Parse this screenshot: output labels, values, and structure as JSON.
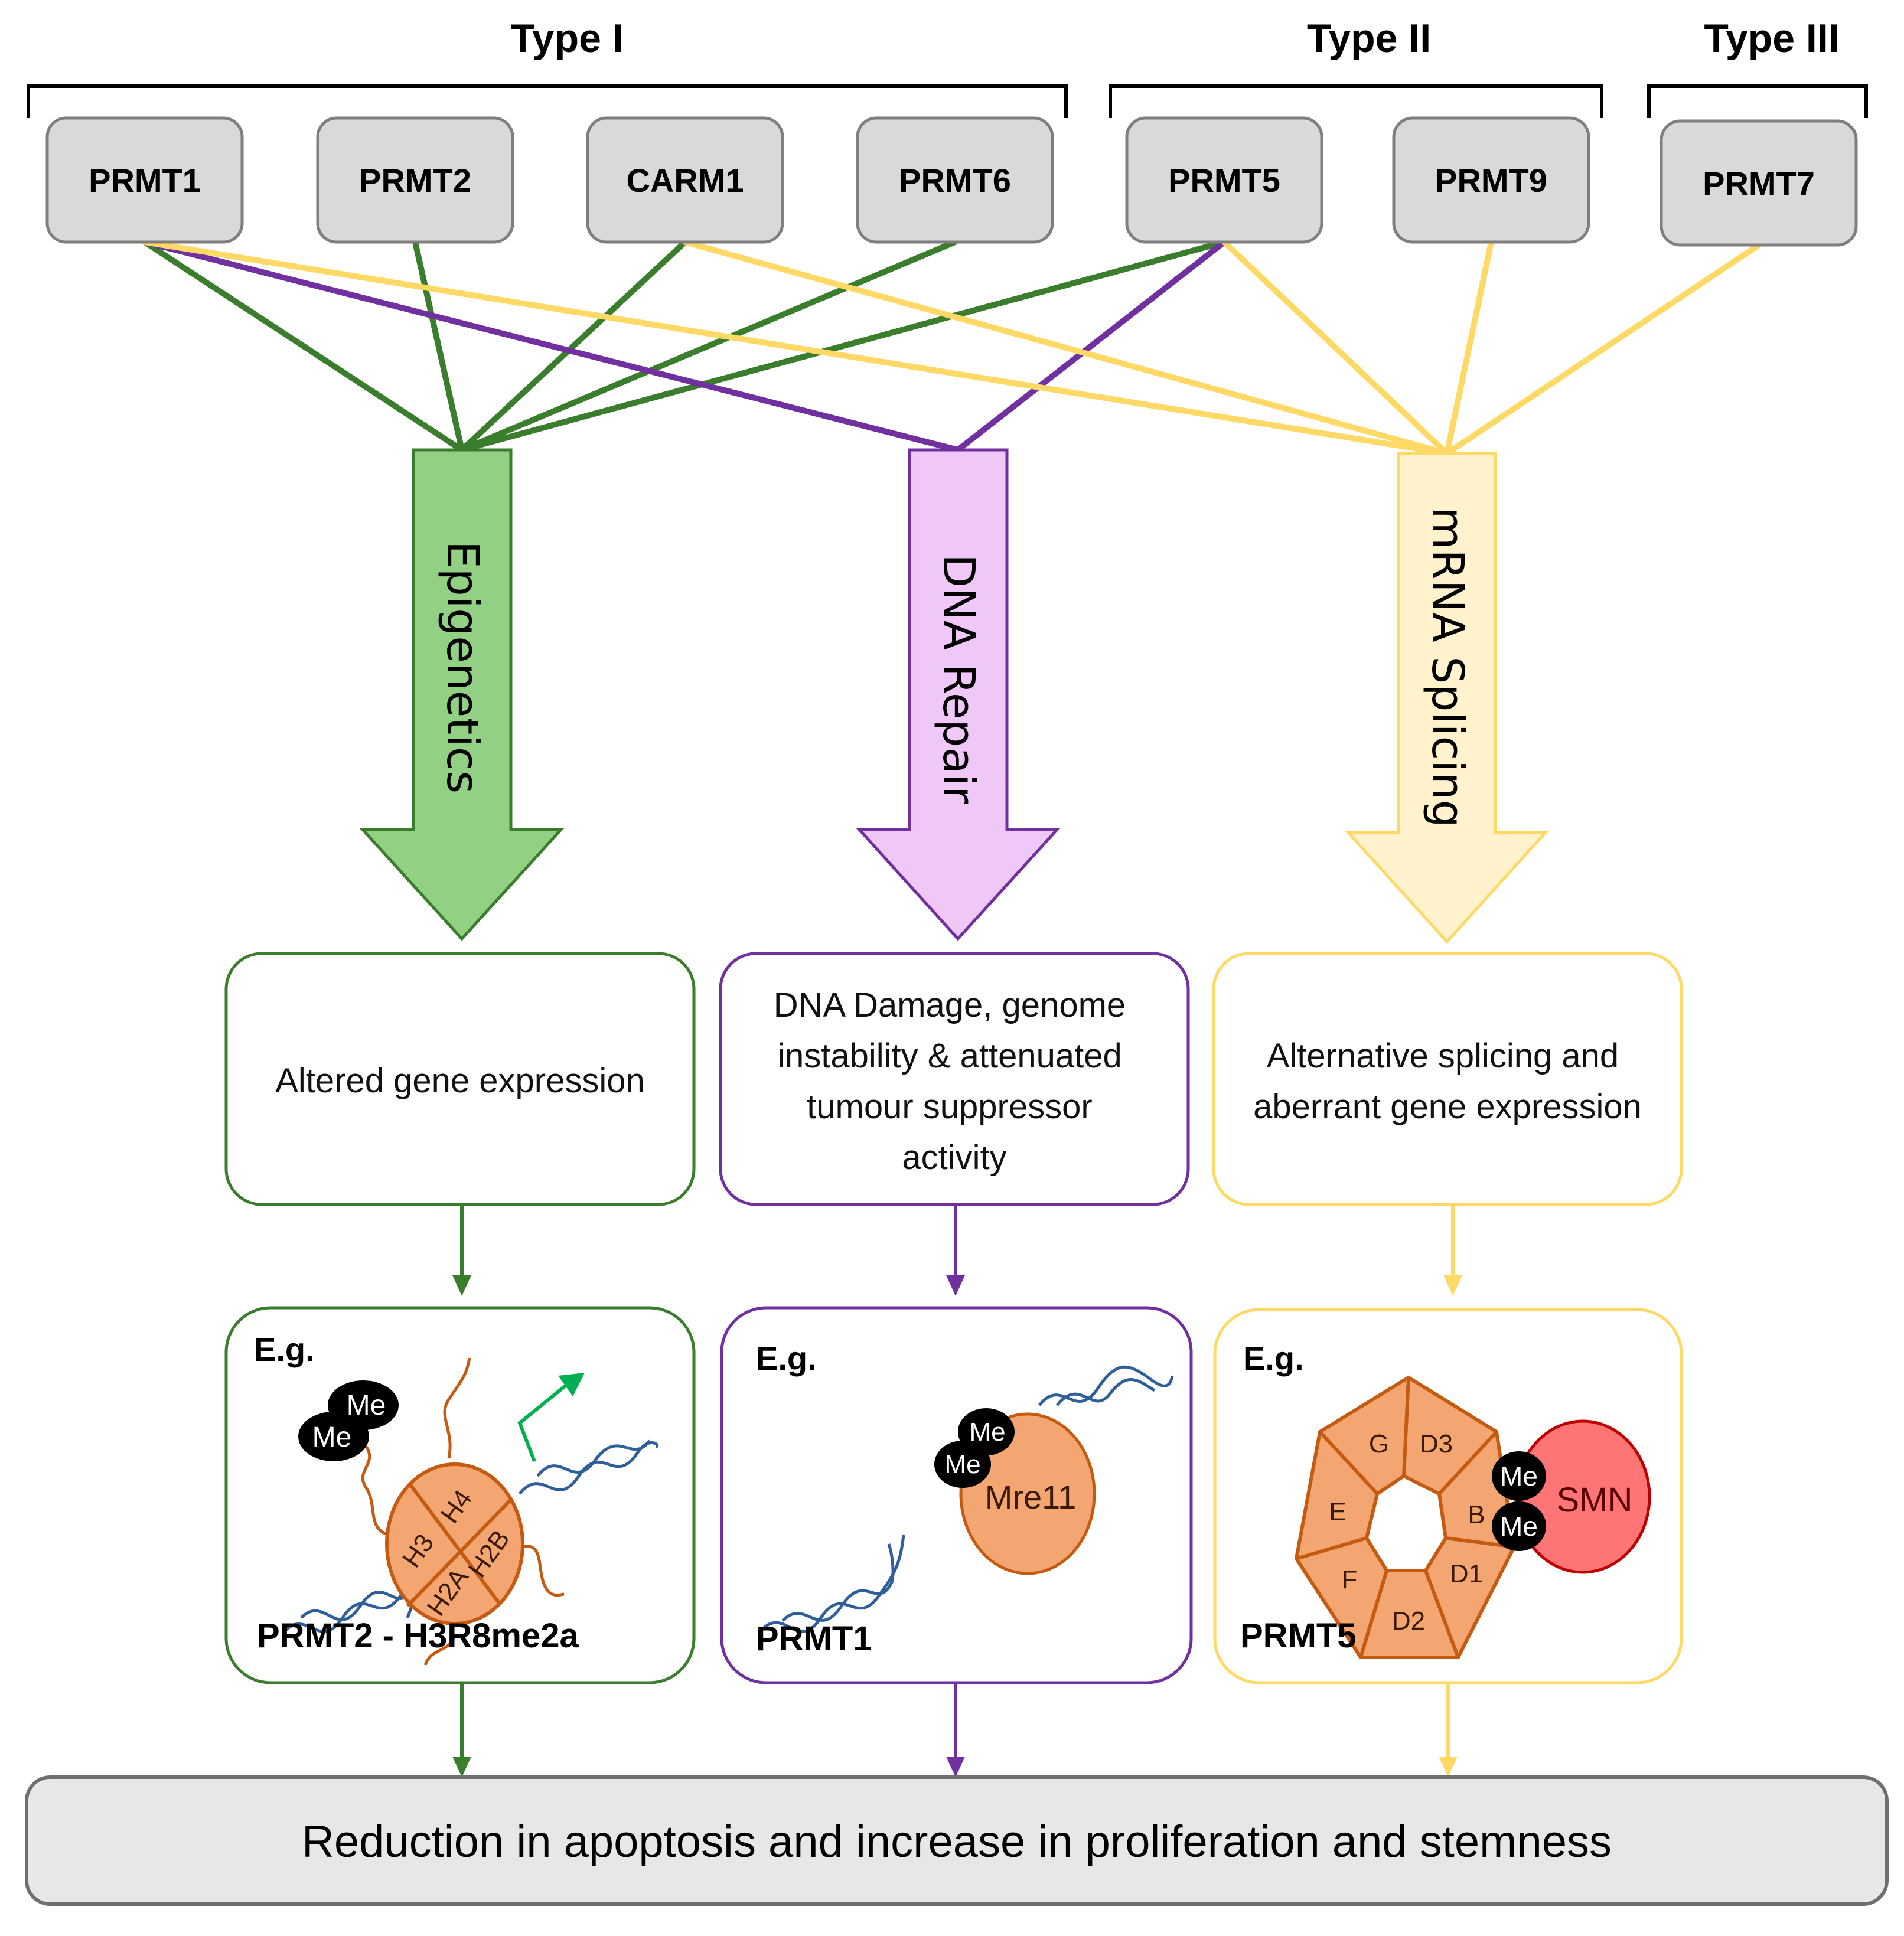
{
  "colors": {
    "epigenetics": "#3a7d2c",
    "epigenetics_fill": "#92d084",
    "dna_repair": "#7030a0",
    "dna_repair_fill": "#f0c8f8",
    "mrna_splicing": "#ffd966",
    "mrna_splicing_fill": "#fff2cc",
    "box_fill": "#d9d9d9",
    "box_border": "#7f7f7f",
    "nucleosome": "#f4a672",
    "nucleosome_border": "#c55a11",
    "smn": "#ff7575",
    "dna": "#2e5f9a",
    "transcription_arrow": "#00b050"
  },
  "types": [
    {
      "label": "Type I",
      "members": [
        "PRMT1",
        "PRMT2",
        "CARM1",
        "PRMT6"
      ]
    },
    {
      "label": "Type II",
      "members": [
        "PRMT5",
        "PRMT9"
      ]
    },
    {
      "label": "Type III",
      "members": [
        "PRMT7"
      ]
    }
  ],
  "enzymes": [
    "PRMT1",
    "PRMT2",
    "CARM1",
    "PRMT6",
    "PRMT5",
    "PRMT9",
    "PRMT7"
  ],
  "pathways": [
    {
      "key": "epigenetics",
      "label": "Epigenetics",
      "sources": [
        "PRMT1",
        "PRMT2",
        "CARM1",
        "PRMT6",
        "PRMT5"
      ],
      "outcome_lines": [
        "Altered gene expression"
      ],
      "example": {
        "prefix": "E.g.",
        "caption": "PRMT2 - H3R8me2a",
        "histones": [
          "H3",
          "H4",
          "H2B",
          "H2A"
        ],
        "marks": [
          "Me",
          "Me"
        ]
      }
    },
    {
      "key": "dna_repair",
      "label": "DNA Repair",
      "sources": [
        "PRMT1",
        "PRMT5"
      ],
      "outcome_lines": [
        "DNA Damage, genome",
        "instability & attenuated",
        "tumour suppressor",
        "activity"
      ],
      "example": {
        "prefix": "E.g.",
        "caption": "PRMT1",
        "protein": "Mre11",
        "marks": [
          "Me",
          "Me"
        ]
      }
    },
    {
      "key": "mrna_splicing",
      "label": "mRNA Splicing",
      "sources": [
        "PRMT1",
        "CARM1",
        "PRMT5",
        "PRMT9",
        "PRMT7"
      ],
      "outcome_lines": [
        "Alternative splicing and",
        "aberrant gene expression"
      ],
      "example": {
        "prefix": "E.g.",
        "caption": "PRMT5",
        "sm_ring": [
          "G",
          "D3",
          "B",
          "D1",
          "D2",
          "F",
          "E"
        ],
        "partner": "SMN",
        "marks": [
          "Me",
          "Me"
        ]
      }
    }
  ],
  "final_outcome": "Reduction in apoptosis and increase in proliferation and stemness"
}
